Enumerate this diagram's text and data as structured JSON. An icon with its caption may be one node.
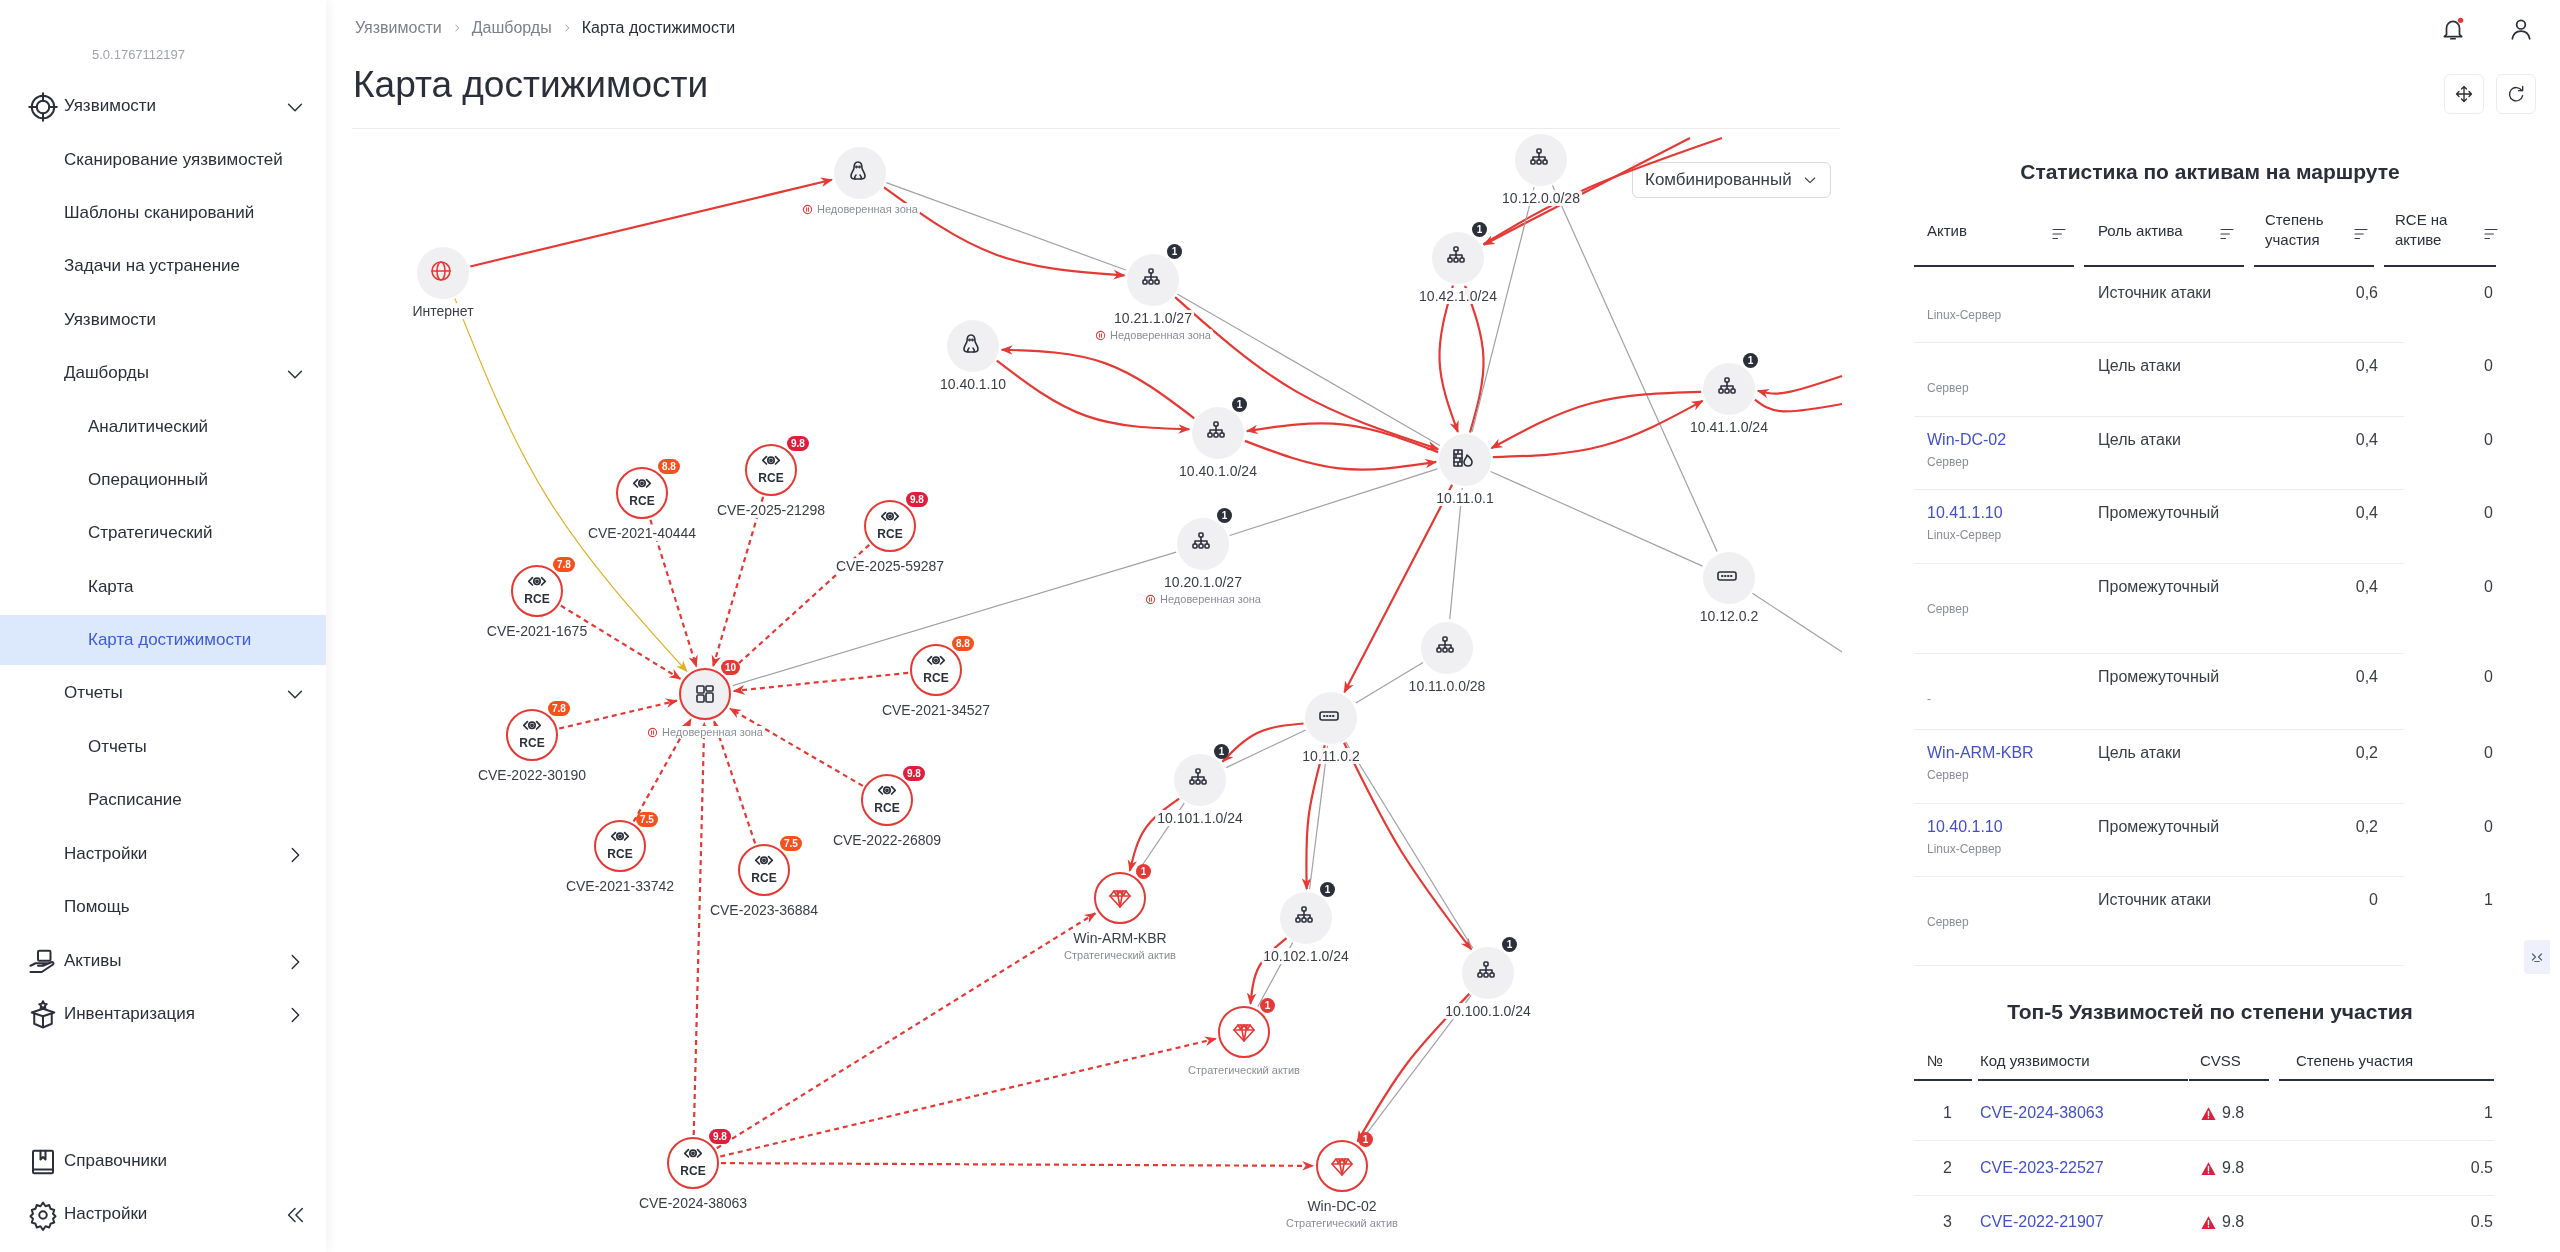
{
  "diagram": {
    "title": "Карта достижимости",
    "nodes": [
      {
        "text": [
          "Интернет"
        ]
      },
      {
        "text": [
          "Недоверенная зона"
        ]
      },
      {
        "text": [
          "1",
          "10.21.1.0/27",
          "Недоверенная зона"
        ]
      },
      {
        "text": [
          "10.40.1.10"
        ]
      },
      {
        "text": [
          "1",
          "10.40.1.0/24"
        ]
      },
      {
        "text": [
          "1",
          "10.20.1.0/27",
          "Недоверенная зона"
        ]
      },
      {
        "text": [
          "10.12.0.0/28"
        ]
      },
      {
        "text": [
          "1",
          "10.42.1.0/24"
        ]
      },
      {
        "text": [
          "10.11.0.1"
        ]
      },
      {
        "text": [
          "1",
          "10.41.1.0/24"
        ]
      },
      {
        "text": [
          "10.12.0.2"
        ]
      },
      {
        "text": [
          "10.11.0.0/28"
        ]
      },
      {
        "text": [
          "10.11.0.2"
        ]
      },
      {
        "text": [
          "1",
          "10.101.1.0/24"
        ]
      },
      {
        "text": [
          "1",
          "10.102.1.0/24"
        ]
      },
      {
        "text": [
          "1",
          "10.100.1.0/24"
        ]
      },
      {
        "text": [
          "1",
          "Win-ARM-KBR",
          "Стратегический актив"
        ]
      },
      {
        "text": [
          "1",
          "Стратегический актив"
        ]
      },
      {
        "text": [
          "1",
          "Win-DC-02",
          "Стратегический актив"
        ]
      },
      {
        "text": [
          "10",
          "Недоверенная зона"
        ]
      },
      {
        "text": [
          "8.8",
          "RCE",
          "CVE-2021-40444"
        ]
      },
      {
        "text": [
          "9.8",
          "RCE",
          "CVE-2025-21298"
        ]
      },
      {
        "text": [
          "9.8",
          "RCE",
          "CVE-2025-59287"
        ]
      },
      {
        "text": [
          "7.8",
          "RCE",
          "CVE-2021-1675"
        ]
      },
      {
        "text": [
          "8.8",
          "RCE",
          "CVE-2021-34527"
        ]
      },
      {
        "text": [
          "7.8",
          "RCE",
          "CVE-2022-30190"
        ]
      },
      {
        "text": [
          "9.8",
          "RCE",
          "CVE-2022-26809"
        ]
      },
      {
        "text": [
          "7.5",
          "RCE",
          "CVE-2021-33742"
        ]
      },
      {
        "text": [
          "7.5",
          "RCE",
          "CVE-2023-36884"
        ]
      },
      {
        "text": [
          "9.8",
          "RCE",
          "CVE-2024-38063"
        ]
      }
    ],
    "edges": [
      {
        "from": 0,
        "to": 1,
        "arrow": "to"
      },
      {
        "from": 0,
        "to": 19,
        "arrow": "to",
        "color": "#e0b020"
      },
      {
        "from": 1,
        "to": 2,
        "arrow": "to"
      },
      {
        "from": 1,
        "to": 2,
        "arrow": "none",
        "color": "#a0a0a8"
      },
      {
        "from": 2,
        "to": 8,
        "arrow": "to"
      },
      {
        "from": 2,
        "to": 8,
        "arrow": "none",
        "color": "#a0a0a8"
      },
      {
        "from": 3,
        "to": 4,
        "arrow": "to"
      },
      {
        "from": 4,
        "to": 3,
        "arrow": "to"
      },
      {
        "from": 8,
        "to": 4,
        "arrow": "to"
      },
      {
        "from": 4,
        "to": 8,
        "arrow": "to"
      },
      {
        "from": 5,
        "to": 8,
        "arrow": "none",
        "color": "#a0a0a8"
      },
      {
        "from": 5,
        "to": 19,
        "arrow": "none",
        "color": "#a0a0a8"
      },
      {
        "from": 8,
        "to": 7,
        "arrow": "to"
      },
      {
        "from": 7,
        "to": 8,
        "arrow": "to"
      },
      {
        "from": null,
        "to": 7,
        "arrow": "to"
      },
      {
        "from": null,
        "to": 7,
        "arrow": "none"
      },
      {
        "from": 6,
        "to": 8,
        "arrow": "none",
        "color": "#a0a0a8"
      },
      {
        "from": 6,
        "to": 10,
        "arrow": "none",
        "color": "#a0a0a8"
      },
      {
        "from": 8,
        "to": 9,
        "arrow": "to"
      },
      {
        "from": 9,
        "to": 8,
        "arrow": "to"
      },
      {
        "from": null,
        "to": 9,
        "arrow": "to"
      },
      {
        "from": 9,
        "to": null,
        "arrow": "none"
      },
      {
        "from": 8,
        "to": 10,
        "arrow": "none",
        "color": "#a0a0a8"
      },
      {
        "from": 10,
        "to": null,
        "arrow": "none",
        "color": "#a0a0a8"
      },
      {
        "from": 8,
        "to": 11,
        "arrow": "none",
        "color": "#a0a0a8"
      },
      {
        "from": 11,
        "to": 12,
        "arrow": "none",
        "color": "#a0a0a8"
      },
      {
        "from": 8,
        "to": 12,
        "arrow": "to"
      },
      {
        "from": 12,
        "to": 13,
        "arrow": "to"
      },
      {
        "from": 12,
        "to": 13,
        "arrow": "none",
        "color": "#a0a0a8"
      },
      {
        "from": 12,
        "to": 14,
        "arrow": "to"
      },
      {
        "from": 12,
        "to": 14,
        "arrow": "none",
        "color": "#a0a0a8"
      },
      {
        "from": 12,
        "to": 15,
        "arrow": "to"
      },
      {
        "from": 12,
        "to": 15,
        "arrow": "none",
        "color": "#a0a0a8"
      },
      {
        "from": 13,
        "to": 16,
        "arrow": "to"
      },
      {
        "from": 13,
        "to": 16,
        "arrow": "none",
        "color": "#a0a0a8"
      },
      {
        "from": 14,
        "to": 17,
        "arrow": "to"
      },
      {
        "from": 14,
        "to": 17,
        "arrow": "none",
        "color": "#a0a0a8"
      },
      {
        "from": 15,
        "to": 18,
        "arrow": "to"
      },
      {
        "from": 15,
        "to": 18,
        "arrow": "none",
        "color": "#a0a0a8"
      },
      {
        "from": 20,
        "to": 19,
        "arrow": "to",
        "style": "dashed"
      },
      {
        "from": 21,
        "to": 19,
        "arrow": "to",
        "style": "dashed"
      },
      {
        "from": 22,
        "to": 19,
        "arrow": "to",
        "style": "dashed"
      },
      {
        "from": 23,
        "to": 19,
        "arrow": "to",
        "style": "dashed"
      },
      {
        "from": 24,
        "to": 19,
        "arrow": "to",
        "style": "dashed"
      },
      {
        "from": 25,
        "to": 19,
        "arrow": "to",
        "style": "dashed"
      },
      {
        "from": 26,
        "to": 19,
        "arrow": "to",
        "style": "dashed"
      },
      {
        "from": 27,
        "to": 19,
        "arrow": "to",
        "style": "dashed"
      },
      {
        "from": 28,
        "to": 19,
        "arrow": "to",
        "style": "dashed"
      },
      {
        "from": 29,
        "to": 19,
        "arrow": "to",
        "style": "dashed"
      },
      {
        "from": 29,
        "to": 16,
        "arrow": "to",
        "style": "dashed"
      },
      {
        "from": 29,
        "to": 17,
        "arrow": "to",
        "style": "dashed"
      },
      {
        "from": 29,
        "to": 18,
        "arrow": "to",
        "style": "dashed"
      }
    ],
    "labels": [
      "5.0.1767112197",
      "Уязвимости",
      "Сканирование уязвимостей",
      "Шаблоны сканирований",
      "Задачи на устранение",
      "Уязвимости",
      "Дашборды",
      "Аналитический",
      "Операционный",
      "Стратегический",
      "Карта",
      "Карта достижимости",
      "Отчеты",
      "Отчеты",
      "Расписание",
      "Настройки",
      "Помощь",
      "Активы",
      "Инвентаризация",
      "Справочники",
      "Настройки",
      "Уязвимости",
      "Дашборды",
      "Карта достижимости",
      "Комбинированный",
      "Статистика по активам на маршруте",
      "Актив",
      "Роль актива",
      "Степень участия",
      "RCE на активе",
      "Linux-Сервер",
      "Источник атаки",
      "0,6",
      "0",
      "Сервер",
      "Цель атаки",
      "0,4",
      "0",
      "Win-DC-02",
      "Сервер",
      "Цель атаки",
      "0,4",
      "0",
      "10.41.1.10",
      "Linux-Сервер",
      "Промежуточный",
      "0,4",
      "0",
      "Сервер",
      "Промежуточный",
      "0,4",
      "0",
      "-",
      "Промежуточный",
      "0,4",
      "0",
      "Win-ARM-KBR",
      "Сервер",
      "Цель атаки",
      "0,2",
      "0",
      "10.40.1.10",
      "Linux-Сервер",
      "Промежуточный",
      "0,2",
      "0",
      "Сервер",
      "Источник атаки",
      "0",
      "1",
      "Топ-5 Уязвимостей по степени участия",
      "№",
      "Код уязвимости",
      "CVSS",
      "Степень участия",
      "1",
      "CVE-2024-38063",
      "9.8",
      "1",
      "2",
      "CVE-2023-22527",
      "9.8",
      "0.5",
      "3",
      "CVE-2022-21907",
      "9.8",
      "0.5"
    ]
  }
}
